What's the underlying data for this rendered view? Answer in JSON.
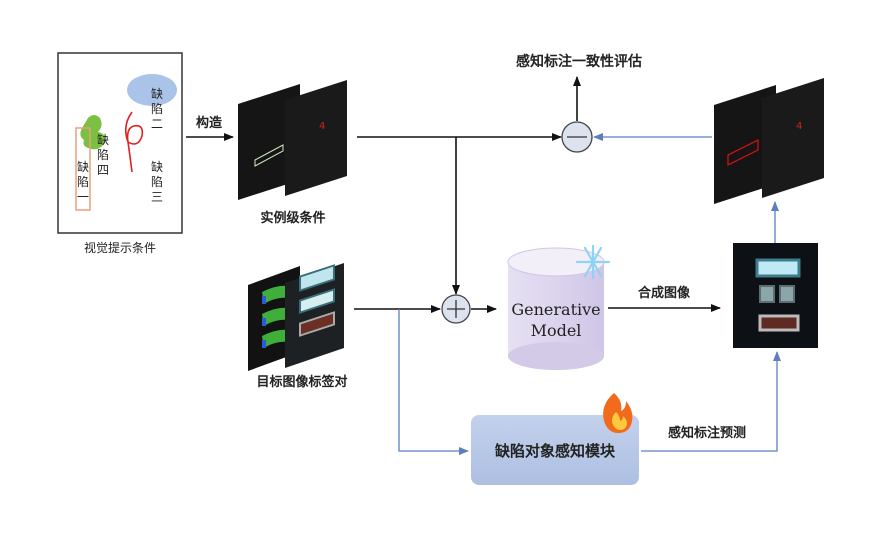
{
  "labels": {
    "visual_prompt": "视觉提示条件",
    "construct": "构造",
    "instance_condition": "实例级条件",
    "target_pair": "目标图像标签对",
    "generative_model": [
      "Generative",
      "Model"
    ],
    "synthesized_image": "合成图像",
    "consistency_eval": "感知标注一致性评估",
    "defect_module": "缺陷对象感知模块",
    "annotation_pred": "感知标注预测"
  },
  "defects": {
    "d1": [
      "缺",
      "陷",
      "一"
    ],
    "d2": [
      "缺",
      "陷",
      "二"
    ],
    "d3": [
      "缺",
      "陷",
      "三"
    ],
    "d4": [
      "缺",
      "陷",
      "四"
    ]
  },
  "instance_mark": "4",
  "pred_mark": "4",
  "colors": {
    "arrow_black": "#111111",
    "arrow_blue": "#5b7fbf",
    "module_fill": "#b8c8e6",
    "cylinder_fill": "#ddd6ee",
    "dark_panel": "#151515",
    "defect_box_red": "#cc1111",
    "blob_green": "#7bc043",
    "blob_blue": "#a9c4e8",
    "stroke_red": "#dd2222"
  },
  "icons": {
    "snowflake": "snowflake-icon",
    "fire": "fire-icon",
    "plus": "circle-plus-icon",
    "minus": "circle-minus-icon"
  }
}
